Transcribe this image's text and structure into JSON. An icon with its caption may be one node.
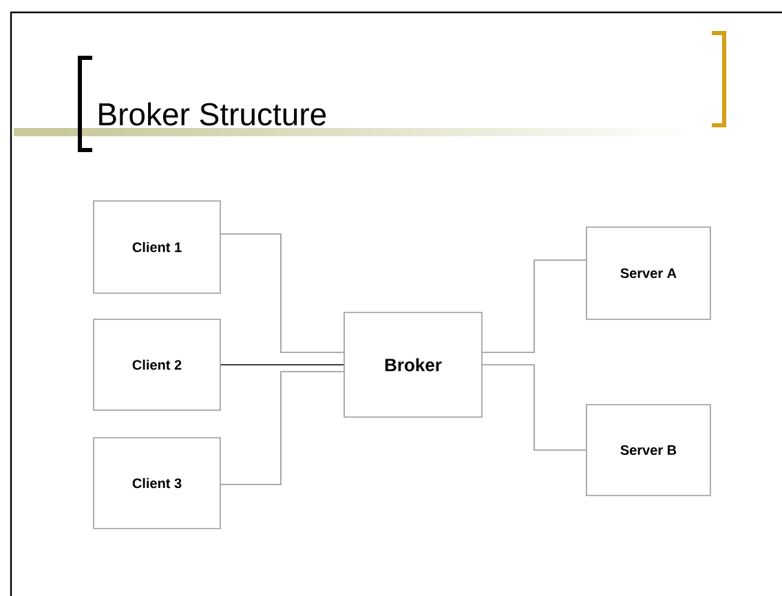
{
  "diagram": {
    "title": "Broker Structure",
    "nodes": [
      {
        "text": [
          "Client 1"
        ]
      },
      {
        "text": [
          "Client 2"
        ]
      },
      {
        "text": [
          "Client 3"
        ]
      },
      {
        "text": [
          "Broker"
        ]
      },
      {
        "text": [
          "Server A"
        ]
      },
      {
        "text": [
          "Server B"
        ]
      }
    ],
    "edges": [
      {
        "from": 0,
        "to": 3,
        "arrow": "none"
      },
      {
        "from": 1,
        "to": 3,
        "arrow": "none",
        "color": "#000000"
      },
      {
        "from": 2,
        "to": 3,
        "arrow": "none"
      },
      {
        "from": 3,
        "to": 4,
        "arrow": "none"
      },
      {
        "from": 3,
        "to": 5,
        "arrow": "none"
      }
    ]
  }
}
